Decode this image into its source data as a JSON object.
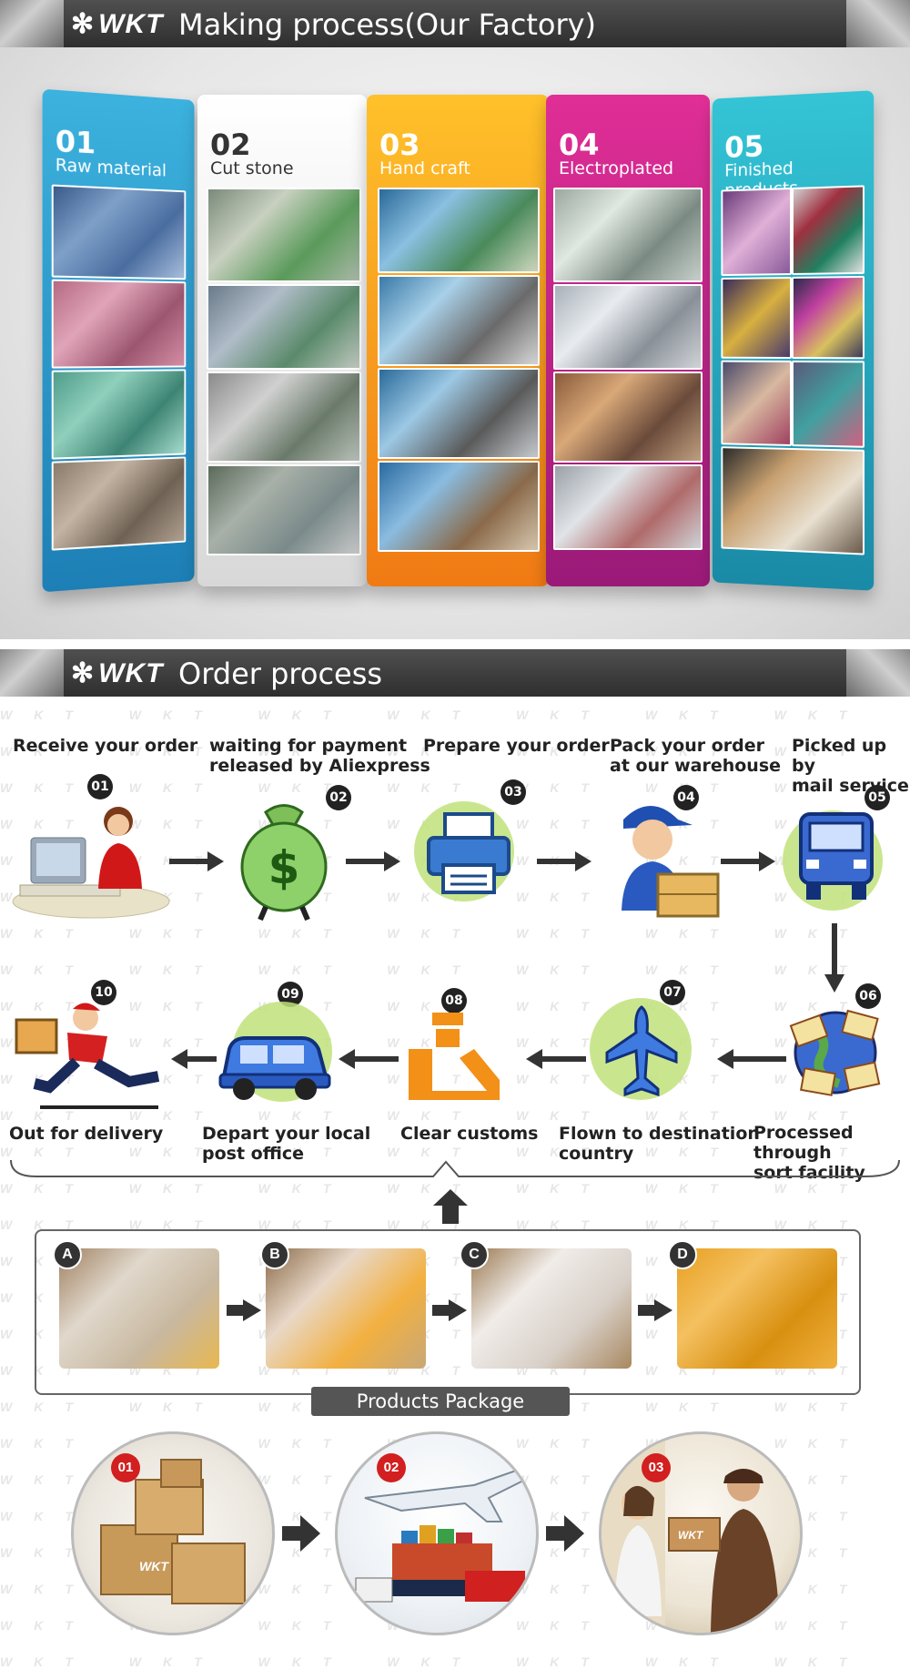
{
  "section1": {
    "brand": "WKT",
    "title": "Making process(Our Factory)",
    "panels": [
      {
        "num": "01",
        "label": "Raw material",
        "color": "#2aa0d0"
      },
      {
        "num": "02",
        "label": "Cut stone",
        "color": "#e4e4e4"
      },
      {
        "num": "03",
        "label": "Hand craft",
        "color": "#f6a51f"
      },
      {
        "num": "04",
        "label": "Electroplated",
        "color": "#c9238a"
      },
      {
        "num": "05",
        "label": "Finished products",
        "color": "#25b1c4"
      }
    ]
  },
  "section2": {
    "brand": "WKT",
    "title": "Order process",
    "steps": [
      {
        "num": "01",
        "label": "Receive your order"
      },
      {
        "num": "02",
        "label_line1": "waiting for payment",
        "label_line2": "released by Aliexpress"
      },
      {
        "num": "03",
        "label": "Prepare your order"
      },
      {
        "num": "04",
        "label_line1": "Pack your order",
        "label_line2": "at our warehouse"
      },
      {
        "num": "05",
        "label_line1": "Picked up by",
        "label_line2": "mail service"
      },
      {
        "num": "06",
        "label_line1": "Processed through",
        "label_line2": "sort facility"
      },
      {
        "num": "07",
        "label_line1": "Flown to destination",
        "label_line2": "country"
      },
      {
        "num": "08",
        "label": "Clear customs"
      },
      {
        "num": "09",
        "label_line1": "Depart your local",
        "label_line2": "post office"
      },
      {
        "num": "10",
        "label": "Out for delivery"
      }
    ],
    "package_steps": [
      "A",
      "B",
      "C",
      "D"
    ],
    "package_title": "Products Package",
    "delivery_steps": [
      "01",
      "02",
      "03"
    ],
    "box_brand": "WKT",
    "watermark": "WKT"
  }
}
